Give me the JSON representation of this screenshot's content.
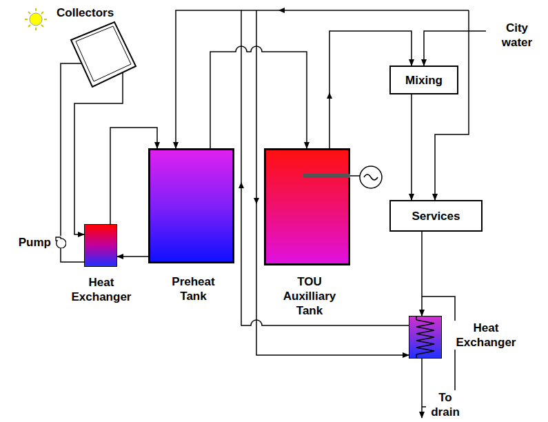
{
  "diagram": {
    "nodes": [
      {
        "text": [
          "Collectors"
        ]
      },
      {
        "text": [
          "Pump"
        ]
      },
      {
        "text": [
          "Heat Exchanger"
        ]
      },
      {
        "text": [
          "Preheat Tank"
        ]
      },
      {
        "text": [
          "TOU Auxilliary Tank"
        ]
      },
      {
        "text": [
          "Mixing"
        ]
      },
      {
        "text": [
          "Services"
        ]
      },
      {
        "text": [
          "Heat Exchanger"
        ]
      }
    ],
    "edges": [
      {
        "from": 0,
        "to": 2,
        "arrow": "to"
      },
      {
        "from": 2,
        "to": 1,
        "arrow": "none"
      },
      {
        "from": 1,
        "to": 0,
        "arrow": "none"
      },
      {
        "from": 3,
        "to": 2,
        "arrow": "to"
      },
      {
        "from": 2,
        "to": 3,
        "arrow": "to"
      },
      {
        "from": 3,
        "to": 4,
        "arrow": "to"
      },
      {
        "from": 4,
        "to": 5,
        "arrow": "to"
      },
      {
        "from": 5,
        "to": 6,
        "arrow": "to"
      },
      {
        "from": 6,
        "to": 7,
        "arrow": "to"
      },
      {
        "from": 7,
        "to": 3,
        "arrow": "to"
      }
    ],
    "labels": [
      "City water",
      "To drain"
    ]
  }
}
